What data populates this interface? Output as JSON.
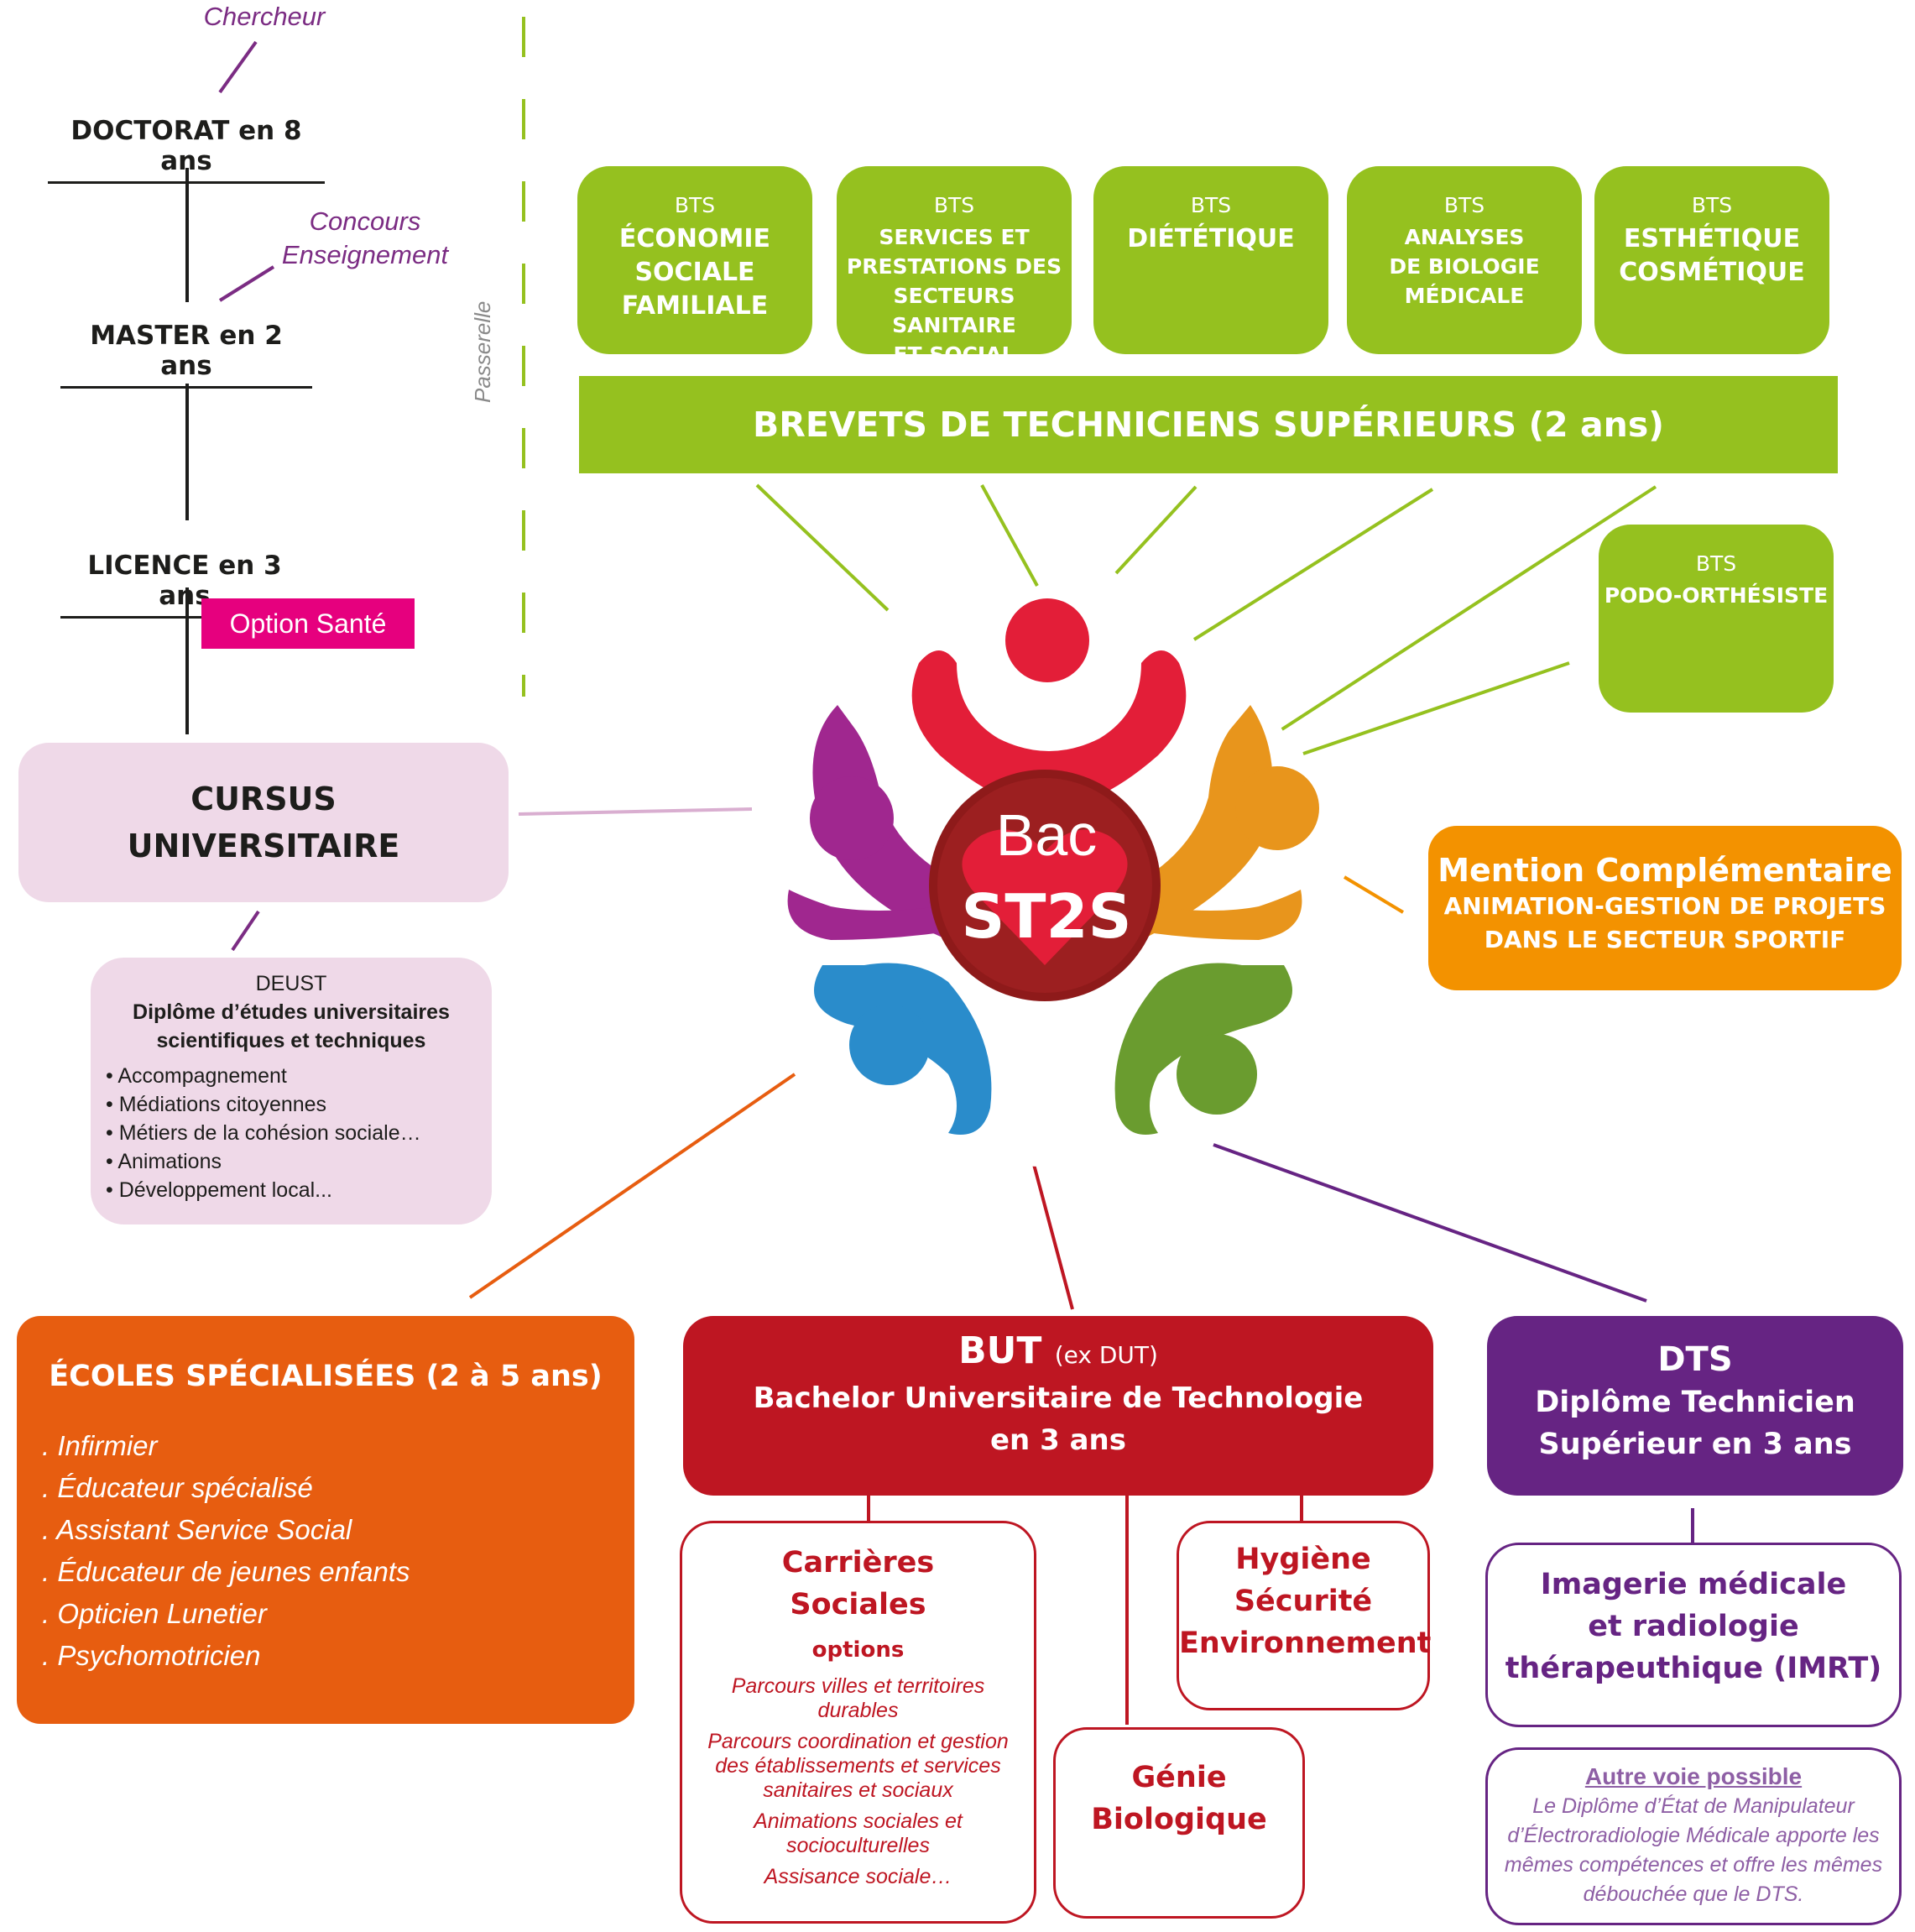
{
  "left_column": {
    "chercheur": "Chercheur",
    "doctorat": "DOCTORAT en 8 ans",
    "concours": [
      "Concours",
      "Enseignement"
    ],
    "master": "MASTER en 2 ans",
    "licence": "LICENCE en 3 ans",
    "option_sante": "Option Santé",
    "passerelle": "Passerelle"
  },
  "bts": {
    "boxes": [
      {
        "label": "BTS",
        "name": "ÉCONOMIE\nSOCIALE\nFAMILIALE"
      },
      {
        "label": "BTS",
        "name": "SERVICES ET\nPRESTATIONS DES\nSECTEURS SANITAIRE\nET SOCIAL"
      },
      {
        "label": "BTS",
        "name": "DIÉTÉTIQUE"
      },
      {
        "label": "BTS",
        "name": "ANALYSES\nDE BIOLOGIE\nMÉDICALE"
      },
      {
        "label": "BTS",
        "name": "ESTHÉTIQUE\nCOSMÉTIQUE"
      },
      {
        "label": "BTS",
        "name": "PODO-ORTHÉSISTE"
      }
    ],
    "title": "BREVETS DE TECHNICIENS SUPÉRIEURS (2 ans)"
  },
  "center": {
    "line1": "Bac",
    "line2": "ST2S"
  },
  "cursus": {
    "line1": "CURSUS",
    "line2": "UNIVERSITAIRE"
  },
  "deust": {
    "title": "DEUST",
    "subtitle": "Diplôme d’études universitaires scientifiques et techniques",
    "items": [
      "• Accompagnement",
      "• Médiations citoyennes",
      "• Métiers de la cohésion sociale…",
      "• Animations",
      "• Développement local..."
    ]
  },
  "mention": {
    "title": "Mention Complémentaire",
    "line1": "ANIMATION-GESTION DE PROJETS",
    "line2": "DANS LE SECTEUR SPORTIF"
  },
  "ecoles": {
    "title": "ÉCOLES SPÉCIALISÉES (2 à 5 ans)",
    "items": [
      ". Infirmier",
      ". Éducateur spécialisé",
      ". Assistant Service Social",
      ". Éducateur de jeunes enfants",
      ". Opticien Lunetier",
      ". Psychomotricien"
    ]
  },
  "but": {
    "title": "BUT",
    "title_note": "(ex DUT)",
    "line1": "Bachelor Universitaire de Technologie",
    "line2": "en  3 ans",
    "carrieres": {
      "title1": "Carrières",
      "title2": "Sociales",
      "options_label": "options",
      "options": [
        "Parcours villes et territoires durables",
        "Parcours coordination et gestion des établissements et services sanitaires et sociaux",
        "Animations sociales et socioculturelles",
        "Assisance sociale…"
      ]
    },
    "genie": [
      "Génie",
      "Biologique"
    ],
    "hygiene": [
      "Hygiène",
      "Sécurité",
      "Environnement"
    ]
  },
  "dts": {
    "title": "DTS",
    "line1": "Diplôme Technicien",
    "line2": "Supérieur en 3 ans",
    "imrt": [
      "Imagerie médicale",
      "et radiologie",
      "thérapeuthique (IMRT)"
    ],
    "autre_title": "Autre voie possible",
    "autre_text": "Le Diplôme d’État de Manipulateur d’Électroradiologie Médicale apporte les mêmes compétences et offre les mêmes débouchée que le DTS."
  },
  "colors": {
    "bts_green": "#95c11f",
    "cursus_pink": "#efd9e8",
    "option_sante": "#e6007e",
    "mention_orange": "#f39200",
    "ecoles_orange": "#e75d10",
    "but_red": "#be1622",
    "dts_purple": "#662483",
    "figure_red": "#e31e38",
    "figure_purple": "#a0278f",
    "figure_orange": "#e8951c",
    "figure_blue": "#2a8ccb",
    "figure_green": "#6a9c2f"
  }
}
